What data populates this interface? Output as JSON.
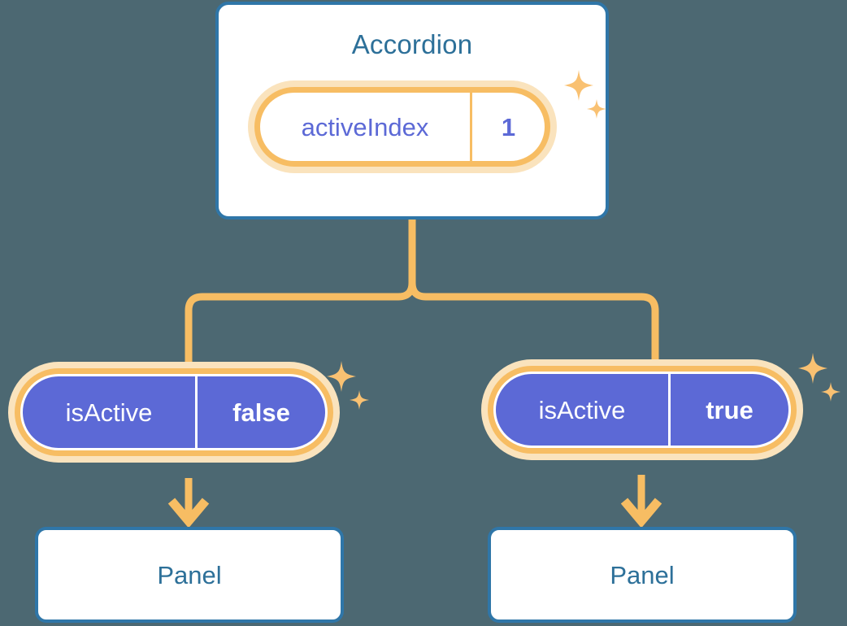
{
  "theme": {
    "background": "#4c6872",
    "card_border": "#2f76a8",
    "card_bg": "#ffffff",
    "title_color": "#2d7099",
    "accent_orange": "#f7bd63",
    "accent_orange_soft": "#fae3bd",
    "purple": "#5c69d6",
    "white": "#ffffff"
  },
  "diagram": {
    "root": {
      "title": "Accordion",
      "prop": {
        "key": "activeIndex",
        "value": "1"
      },
      "sparkle_icon": "sparkles-icon"
    },
    "children": [
      {
        "prop": {
          "key": "isActive",
          "value": "false"
        },
        "panel": {
          "title": "Panel"
        },
        "sparkle_icon": "sparkles-icon",
        "arrow_icon": "arrow-down-icon"
      },
      {
        "prop": {
          "key": "isActive",
          "value": "true"
        },
        "panel": {
          "title": "Panel"
        },
        "sparkle_icon": "sparkles-icon",
        "arrow_icon": "arrow-down-icon"
      }
    ]
  }
}
